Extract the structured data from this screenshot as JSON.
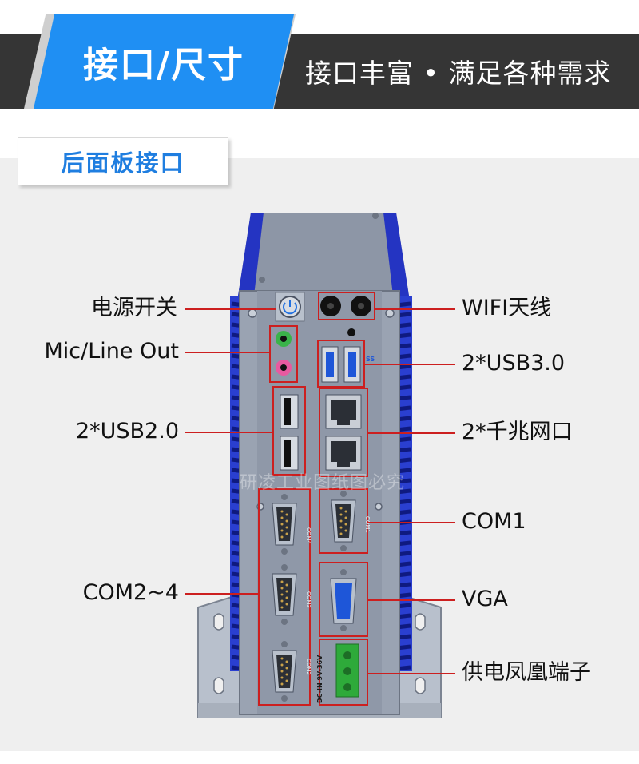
{
  "header": {
    "title": "接口/尺寸",
    "subtitle": "接口丰富 • 满足各种需求"
  },
  "section": {
    "title": "后面板接口"
  },
  "callouts": {
    "power_switch": "电源开关",
    "mic_line_out": "Mic/Line Out",
    "usb2": "2*USB2.0",
    "com2_4": "COM2~4",
    "wifi": "WIFI天线",
    "usb3": "2*USB3.0",
    "lan": "2*千兆网口",
    "com1": "COM1",
    "vga": "VGA",
    "power_terminal": "供电凤凰端子"
  },
  "device": {
    "port_labels": {
      "com4": "COM4",
      "com3": "COM3",
      "com2": "COM2",
      "com1": "COM1",
      "dcin": "DC-IN 9V-36V",
      "usb3_logo": "SS"
    },
    "watermark": "研凌工业图纸图必究"
  },
  "colors": {
    "accent_blue": "#1f8ff3",
    "banner_dark": "#353535",
    "leader_red": "#cc1f1f",
    "chassis_blue": "#2a3fd0",
    "plate_grey": "#9aa3b2",
    "terminal_green": "#2eaa3a"
  }
}
